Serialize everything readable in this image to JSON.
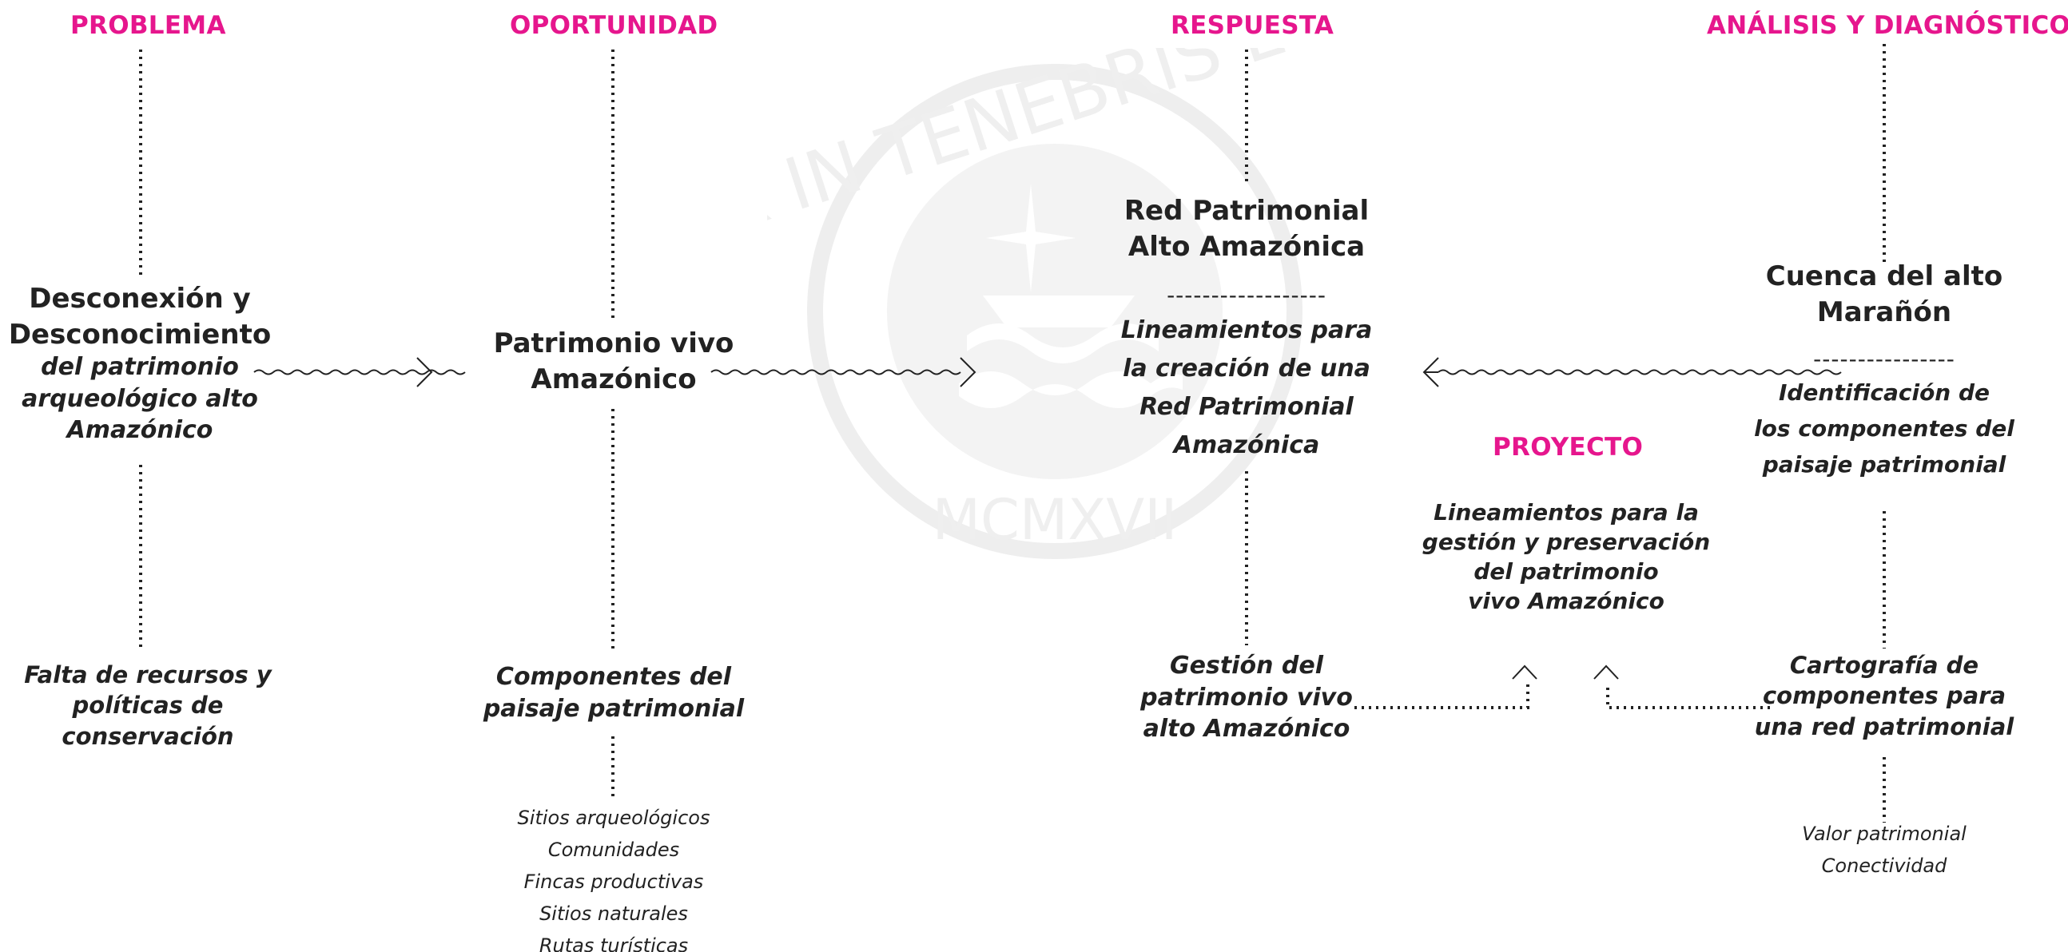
{
  "headers": {
    "problema": "PROBLEMA",
    "oportunidad": "OPORTUNIDAD",
    "respuesta": "RESPUESTA",
    "analisis": "ANÁLISIS Y DIAGNÓSTICO",
    "proyecto": "PROYECTO"
  },
  "problema": {
    "title": "Desconexión y\nDesconocimiento",
    "subtitle": "del patrimonio\narqueológico   alto\nAmazónico",
    "bottom": "Falta de recursos y\npolíticas de conservación"
  },
  "oportunidad": {
    "title": "Patrimonio vivo\nAmazónico",
    "mid": "Componentes  del\npaisaje patrimonial",
    "list": [
      "Sitios arqueológicos",
      "Comunidades",
      "Fincas productivas",
      "Sitios naturales",
      "Rutas turísticas"
    ]
  },
  "respuesta": {
    "title": "Red   Patrimonial\nAlto Amazónica",
    "separator": "------------------",
    "subtitle": "Lineamientos para\nla creación de una\nRed Patrimonial\nAmazónica",
    "bottom": "Gestión del\npatrimonio vivo\nalto Amazónico"
  },
  "proyecto": {
    "text": "Lineamientos    para    la\ngestión   y   preservación\ndel patrimonio\nvivo Amazónico"
  },
  "analisis": {
    "title": "Cuenca  del  alto\nMarañón",
    "separator": "----------------",
    "subtitle": "Identificación de\nlos componentes del\npaisaje patrimonial",
    "mid": "Cartografía de\ncomponentes    para\nuna red patrimonial",
    "list": [
      "Valor patrimonial",
      "Conectividad"
    ]
  },
  "watermark": {
    "motto": "ET LUX IN TENEBRIS LUCET",
    "year": "MCMXVII"
  },
  "colors": {
    "accent": "#e6168d",
    "text": "#222222",
    "watermark": "#ececec"
  }
}
